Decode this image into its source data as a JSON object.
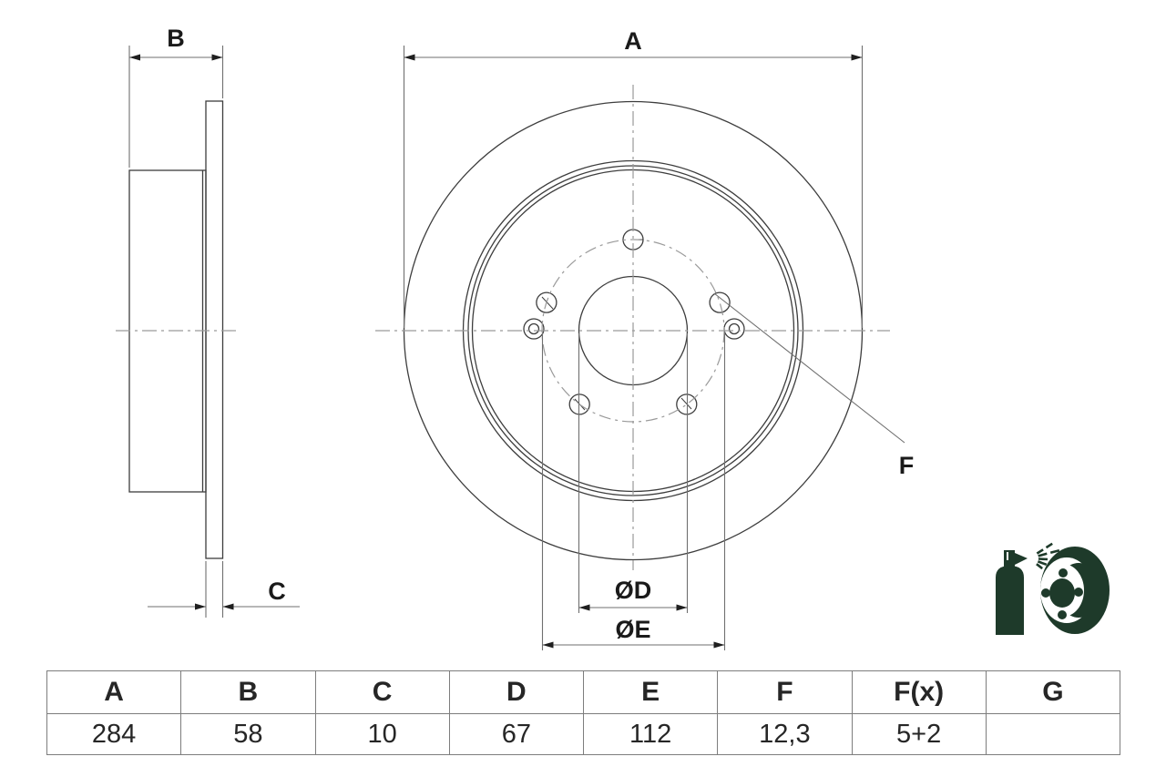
{
  "drawing_title": "brake-disc-technical-drawing",
  "dimension_labels": {
    "a": "A",
    "b": "B",
    "c": "C",
    "d": "ØD",
    "e": "ØE",
    "f": "F"
  },
  "table": {
    "headers": [
      "A",
      "B",
      "C",
      "D",
      "E",
      "F",
      "F(x)",
      "G"
    ],
    "values": [
      "284",
      "58",
      "10",
      "67",
      "112",
      "12,3",
      "5+2",
      ""
    ]
  },
  "icon": {
    "name": "coated-disc-spray-icon",
    "color": "#1e3a2a"
  },
  "colors": {
    "object_line": "#3d3d3d",
    "center_line": "#9a9a9a",
    "dimension_line": "#6f6f6f",
    "arrow": "#1f1f1f",
    "text": "#1a1a1a",
    "table_border": "#7d7d7d"
  }
}
